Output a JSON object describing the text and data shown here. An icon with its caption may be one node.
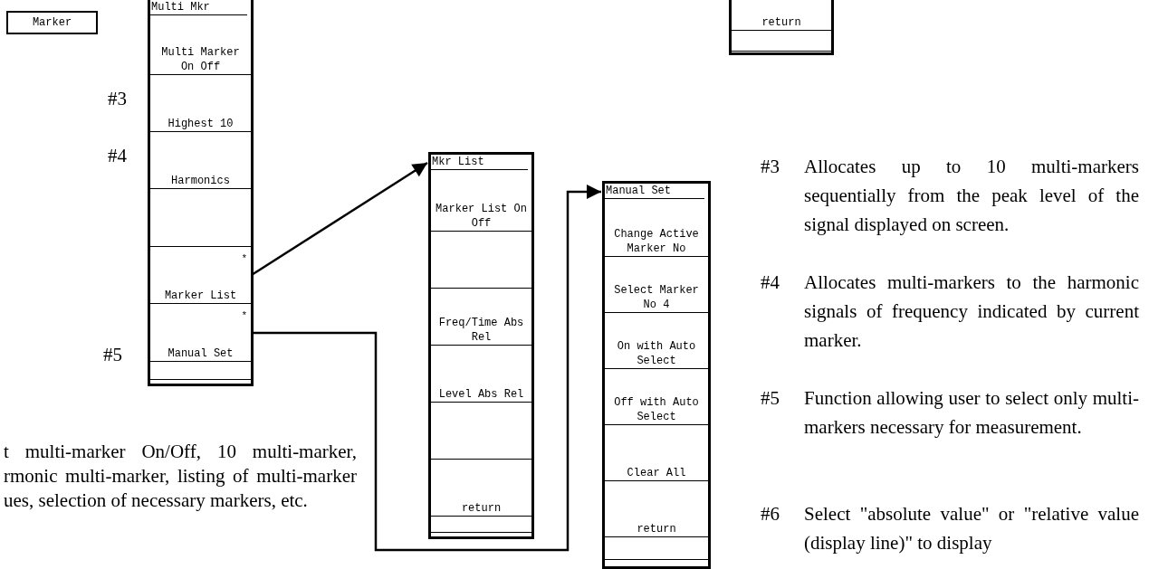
{
  "diagram": {
    "nodes": [
      {
        "text": [
          "Marker"
        ]
      },
      {
        "text": [
          "Multi Mkr"
        ]
      },
      {
        "text": [
          "Multi Marker On Off"
        ],
        "in": 1
      },
      {
        "text": [
          "Highest 10"
        ],
        "in": 1,
        "beside": [
          "#3"
        ]
      },
      {
        "text": [
          "Harmonics"
        ],
        "in": 1,
        "beside": [
          "#4"
        ]
      },
      {
        "text": [],
        "shape": "box",
        "in": 1
      },
      {
        "text": [
          "*",
          "Marker List"
        ],
        "in": 1
      },
      {
        "text": [
          "*",
          "Manual Set"
        ],
        "in": 1,
        "beside": [
          "#5"
        ]
      },
      {
        "text": [],
        "shape": "box",
        "in": 1
      },
      {
        "text": [
          "Mkr List"
        ]
      },
      {
        "text": [
          "Marker List On Off"
        ],
        "in": 9
      },
      {
        "text": [],
        "shape": "box",
        "in": 9
      },
      {
        "text": [
          "Freq/Time Abs Rel"
        ],
        "in": 9
      },
      {
        "text": [
          "Level Abs Rel"
        ],
        "in": 9
      },
      {
        "text": [],
        "shape": "box",
        "in": 9
      },
      {
        "text": [
          "return"
        ],
        "in": 9
      },
      {
        "text": [],
        "shape": "box",
        "in": 9
      },
      {
        "text": [
          "Manual Set"
        ]
      },
      {
        "text": [
          "Change Active Marker No"
        ],
        "in": 17
      },
      {
        "text": [
          "Select Marker No 4"
        ],
        "in": 17
      },
      {
        "text": [
          "On with Auto Select"
        ],
        "in": 17
      },
      {
        "text": [
          "Off with Auto Select"
        ],
        "in": 17
      },
      {
        "text": [
          "Clear All"
        ],
        "in": 17
      },
      {
        "text": [
          "return"
        ],
        "in": 17
      },
      {
        "text": [],
        "shape": "box",
        "in": 17
      },
      {
        "text": [],
        "shape": "box"
      },
      {
        "text": [
          "return"
        ],
        "in": 25
      },
      {
        "text": [],
        "shape": "box",
        "in": 25
      }
    ],
    "edges": [
      {
        "from": 6,
        "to": 9,
        "arrow": "to"
      },
      {
        "from": 7,
        "to": 17,
        "arrow": "to"
      }
    ],
    "labels": [
      "t multi-marker On/Off, 10 multi-marker, rmonic multi-marker, listing of multi-marker ues, selection of necessary markers, etc.",
      "#3",
      "Allocates up to 10 multi-markers sequentially from the peak level of the signal displayed on screen.",
      "#4",
      "Allocates multi-markers to the harmonic signals of frequency indicated by current marker.",
      "#5",
      "Function allowing user to select only multi-markers necessary for measurement.",
      "#6",
      "Select \"absolute value\" or \"relative value (display line)\" to display"
    ]
  }
}
